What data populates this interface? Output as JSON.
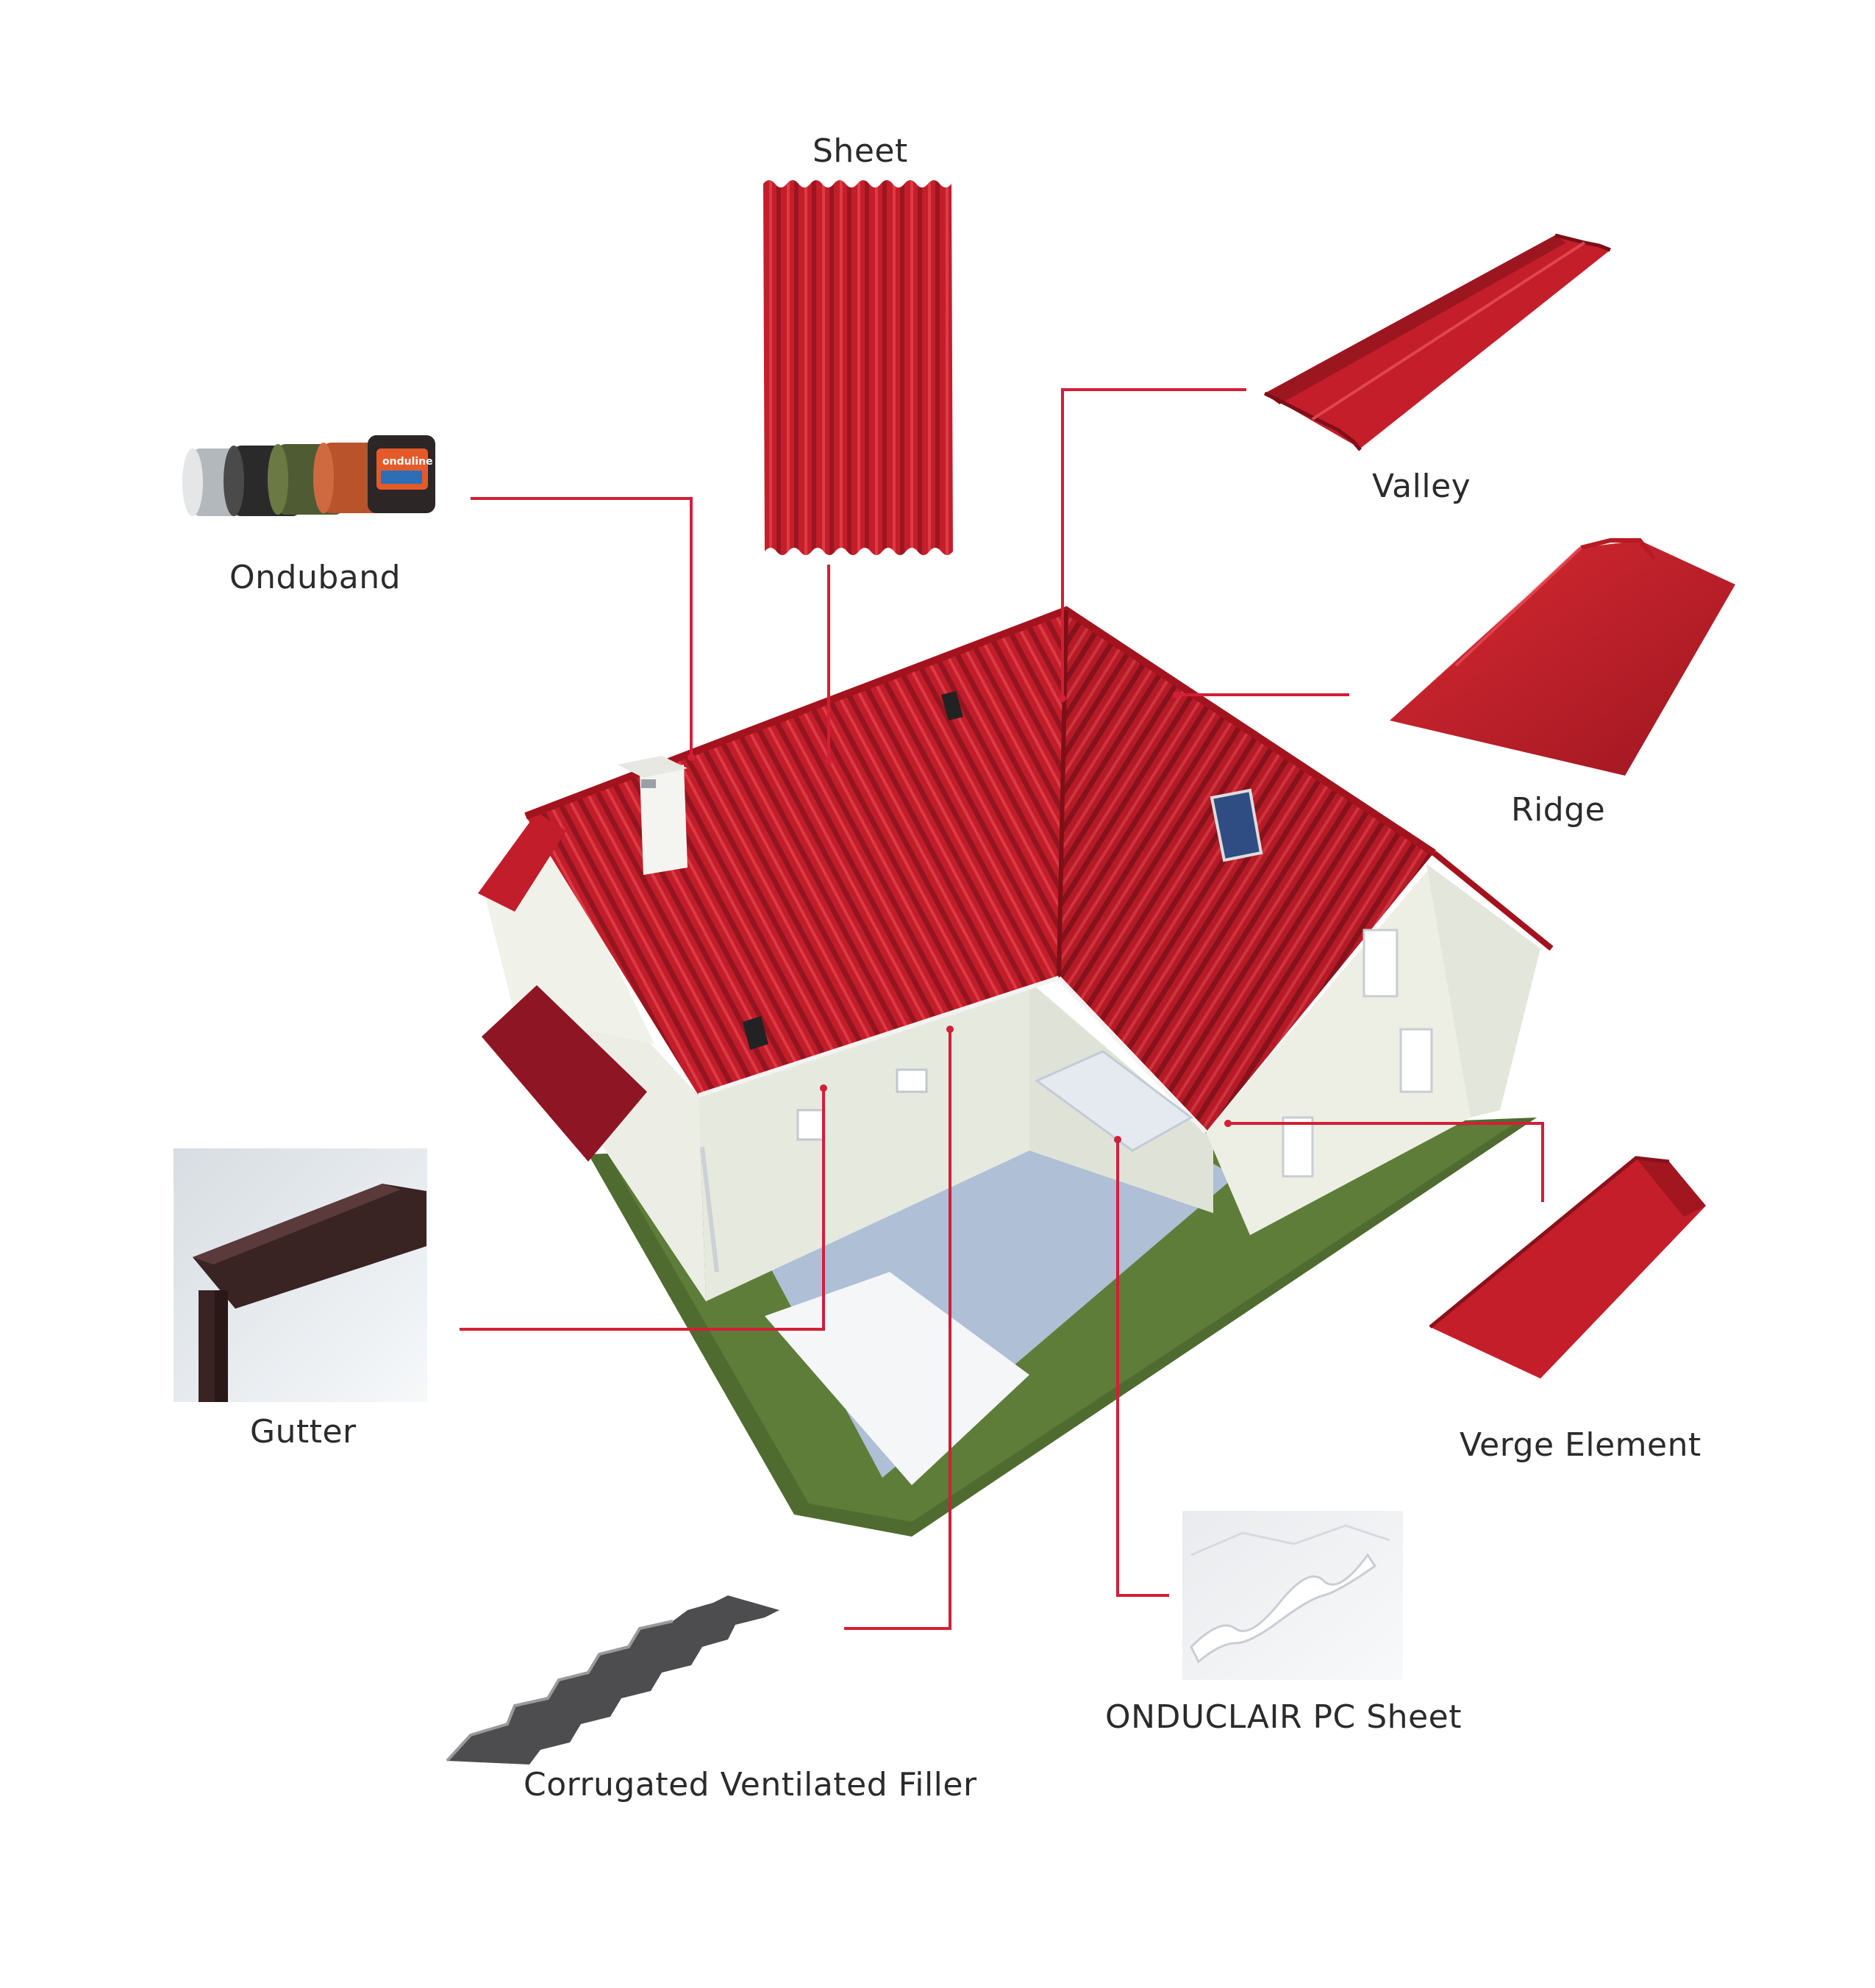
{
  "colors": {
    "roof_red": "#c41e2b",
    "roof_dark": "#8e1018",
    "leader_line": "#d21f36",
    "wall": "#eef0e8",
    "grass": "#4f6b30",
    "gutter_brown": "#3a2323"
  },
  "components": [
    {
      "key": "sheet",
      "label": "Sheet"
    },
    {
      "key": "valley",
      "label": "Valley"
    },
    {
      "key": "onduband",
      "label": "Onduband"
    },
    {
      "key": "ridge",
      "label": "Ridge"
    },
    {
      "key": "gutter",
      "label": "Gutter"
    },
    {
      "key": "verge",
      "label": "Verge Element"
    },
    {
      "key": "pc_sheet",
      "label": "ONDUCLAIR PC Sheet"
    },
    {
      "key": "filler",
      "label": "Corrugated Ventilated Filler"
    }
  ],
  "onduband_brand": "onduline"
}
